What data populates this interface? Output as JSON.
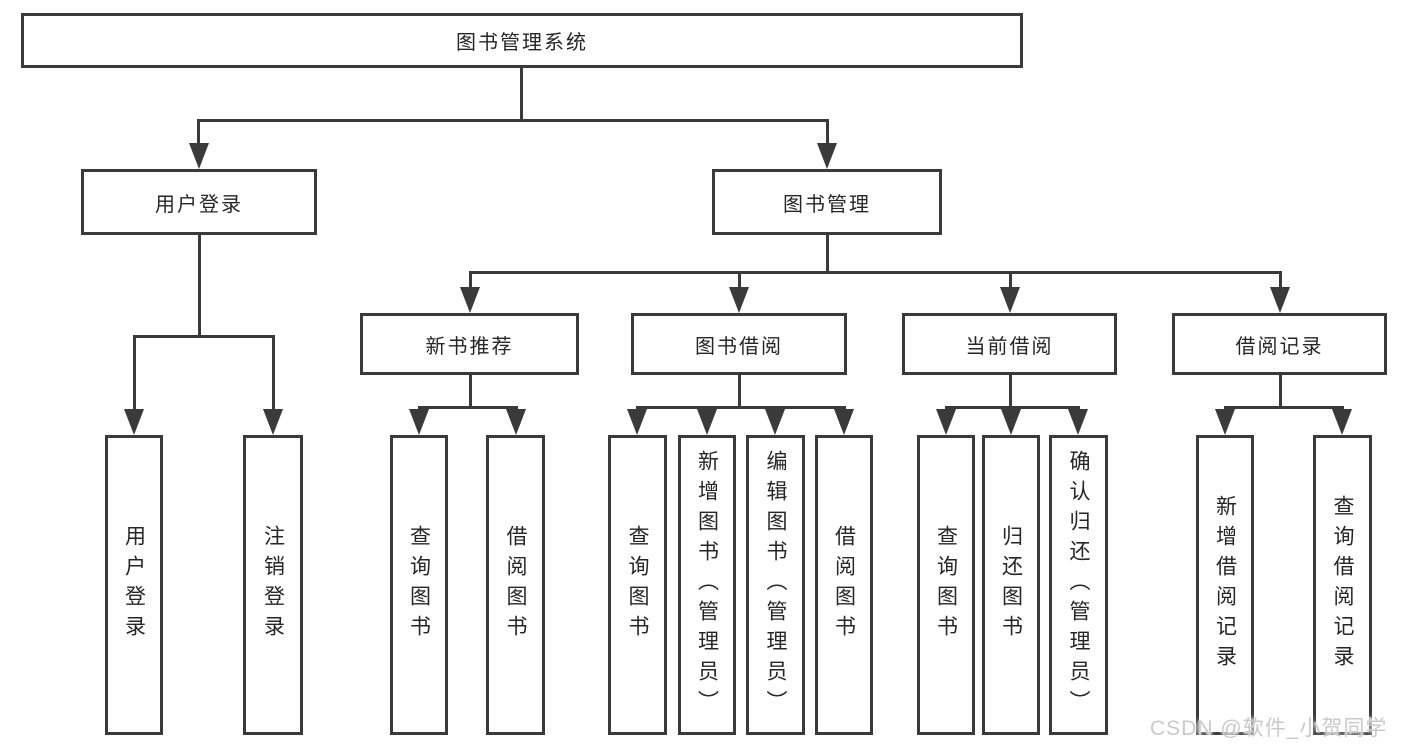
{
  "colors": {
    "line": "#3a3a3a",
    "box_border": "#3a3a3a",
    "box_fill": "#ffffff",
    "text": "#262626",
    "watermark": "#c9c9c9",
    "background": "#ffffff"
  },
  "nodes": {
    "root": "图书管理系统",
    "l2": [
      "用户登录",
      "图书管理"
    ],
    "l3": [
      "新书推荐",
      "图书借阅",
      "当前借阅",
      "借阅记录"
    ],
    "leaves": [
      "用户登录",
      "注销登录",
      "查询图书",
      "借阅图书",
      "查询图书",
      "新增图书（管理员）",
      "编辑图书（管理员）",
      "借阅图书",
      "查询图书",
      "归还图书",
      "确认归还（管理员）",
      "新增借阅记录",
      "查询借阅记录"
    ]
  },
  "structure": {
    "图书管理系统": [
      "用户登录",
      "图书管理"
    ],
    "用户登录": [
      "用户登录",
      "注销登录"
    ],
    "图书管理": [
      "新书推荐",
      "图书借阅",
      "当前借阅",
      "借阅记录"
    ],
    "新书推荐": [
      "查询图书",
      "借阅图书"
    ],
    "图书借阅": [
      "查询图书",
      "新增图书（管理员）",
      "编辑图书（管理员）",
      "借阅图书"
    ],
    "当前借阅": [
      "查询图书",
      "归还图书",
      "确认归还（管理员）"
    ],
    "借阅记录": [
      "新增借阅记录",
      "查询借阅记录"
    ]
  },
  "watermark": {
    "text": "CSDN @软件_小贺同学"
  }
}
